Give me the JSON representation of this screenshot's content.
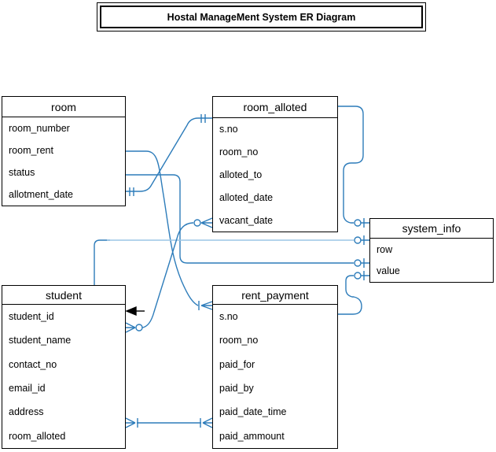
{
  "title": {
    "text": "Hostal ManageMent System ER Diagram"
  },
  "colors": {
    "line": "#2d7cba",
    "line_light": "#9cc6e6",
    "box_border": "#000000",
    "background": "#ffffff",
    "text": "#000000"
  },
  "entities": [
    {
      "name": "room",
      "fields": [
        "room_number",
        "room_rent",
        "status",
        "allotment_date"
      ]
    },
    {
      "name": "room_alloted",
      "fields": [
        "s.no",
        "room_no",
        "alloted_to",
        "alloted_date",
        "vacant_date"
      ]
    },
    {
      "name": "system_info",
      "fields": [
        "row",
        "value"
      ]
    },
    {
      "name": "student",
      "fields": [
        "student_id",
        "student_name",
        "contact_no",
        "email_id",
        "address",
        "room_alloted"
      ]
    },
    {
      "name": "rent_payment",
      "fields": [
        "s.no",
        "room_no",
        "paid_for",
        "paid_by",
        "paid_date_time",
        "paid_ammount"
      ]
    }
  ],
  "relationships": [
    {
      "from": "room.allotment_date",
      "to": "room_alloted.s.no",
      "from_cardinality": "one",
      "to_cardinality": "one"
    },
    {
      "from": "room.room_rent",
      "to": "rent_payment.s.no",
      "from_cardinality": "none",
      "to_cardinality": "one-or-many"
    },
    {
      "from": "room.status",
      "to": "system_info.value",
      "from_cardinality": "none",
      "to_cardinality": "zero-or-one"
    },
    {
      "from": "student",
      "to": "system_info.row",
      "from_cardinality": "none",
      "to_cardinality": "zero-or-one"
    },
    {
      "from": "student.student_name",
      "to": "room_alloted.vacant_date",
      "from_cardinality": "zero-or-many",
      "to_cardinality": "zero-or-many"
    },
    {
      "from": "room_alloted",
      "to": "system_info",
      "from_cardinality": "none",
      "to_cardinality": "zero-or-one"
    },
    {
      "from": "rent_payment.s.no",
      "to": "system_info",
      "from_cardinality": "none",
      "to_cardinality": "zero-or-one"
    },
    {
      "from": "student.room_alloted",
      "to": "rent_payment.paid_ammount",
      "from_cardinality": "one-or-many",
      "to_cardinality": "one-or-many"
    }
  ],
  "annotations": [
    {
      "type": "arrow",
      "points_to": "student.student_id"
    }
  ]
}
